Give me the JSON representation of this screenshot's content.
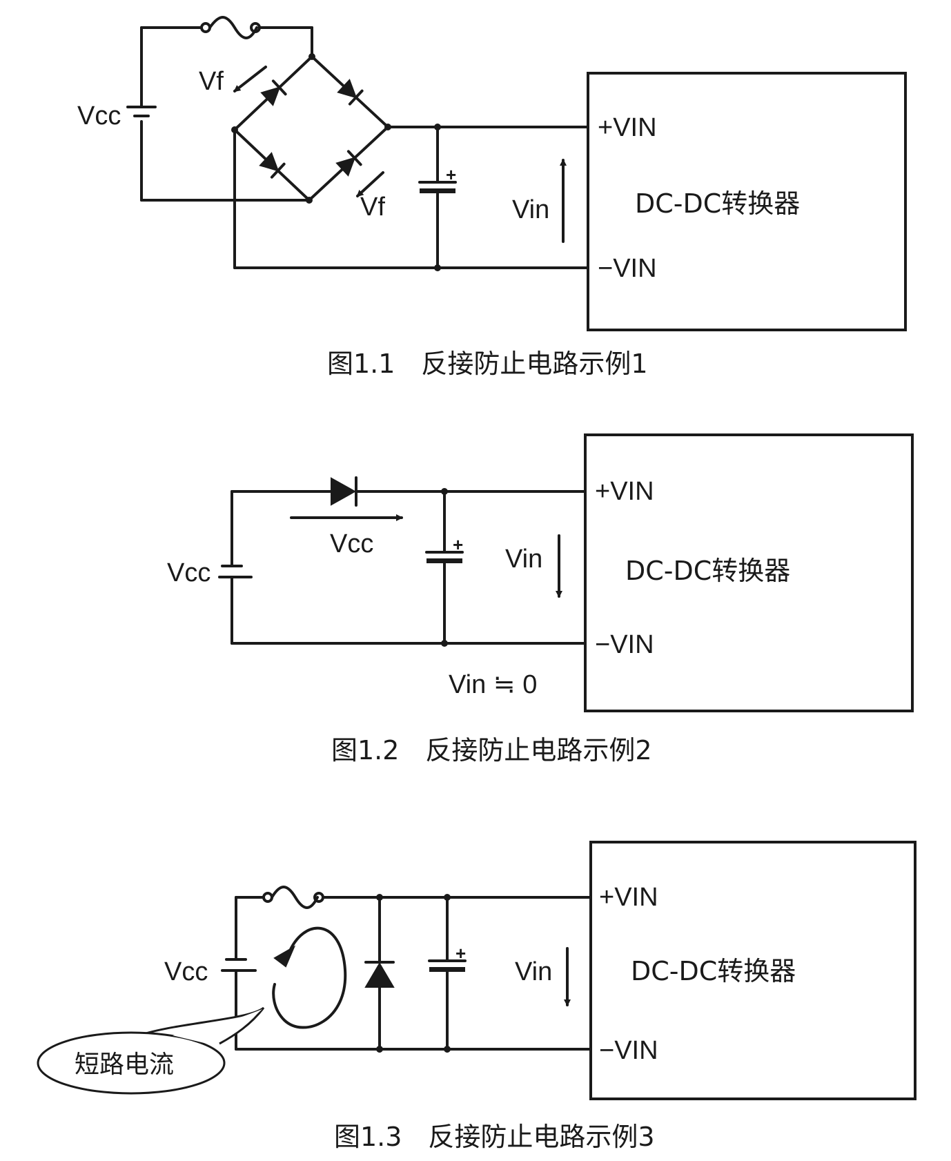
{
  "figures": [
    {
      "caption": "图1.1　反接防止电路示例1",
      "converter_label": "DC-DC转换器",
      "pin_plus": "+VIN",
      "pin_minus": "−VIN",
      "source_label": "Vcc",
      "forward_voltage_label_1": "Vf",
      "forward_voltage_label_2": "Vf",
      "vin_label": "Vin"
    },
    {
      "caption": "图1.2　反接防止电路示例2",
      "converter_label": "DC-DC转换器",
      "pin_plus": "+VIN",
      "pin_minus": "−VIN",
      "source_label": "Vcc",
      "current_label": "Vcc",
      "vin_label": "Vin",
      "vin_note": "Vin ≒ 0"
    },
    {
      "caption": "图1.3　反接防止电路示例3",
      "converter_label": "DC-DC转换器",
      "pin_plus": "+VIN",
      "pin_minus": "−VIN",
      "source_label": "Vcc",
      "vin_label": "Vin",
      "callout": "短路电流"
    }
  ],
  "capacitor_polarity": "+"
}
